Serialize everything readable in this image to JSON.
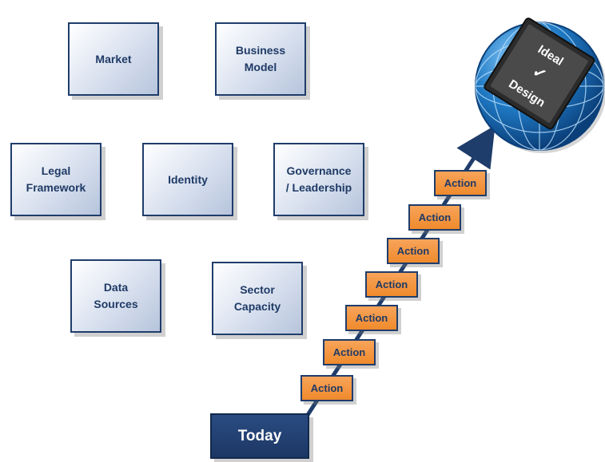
{
  "boxes": {
    "market": "Market",
    "business_model": "Business\nModel",
    "legal_framework": "Legal\nFramework",
    "identity": "Identity",
    "governance": "Governance\n/ Leadership",
    "data_sources": "Data\nSources",
    "sector_capacity": "Sector\nCapacity"
  },
  "steps": [
    "Action",
    "Action",
    "Action",
    "Action",
    "Action",
    "Action",
    "Action"
  ],
  "start_label": "Today",
  "goal": {
    "line1": "Ideal",
    "line2": "Design",
    "check": "✓"
  },
  "colors": {
    "box_border": "#1f3d6b",
    "action_fill": "#f08a2c",
    "today_fill": "#1c3764",
    "globe": "#1e78c2"
  }
}
